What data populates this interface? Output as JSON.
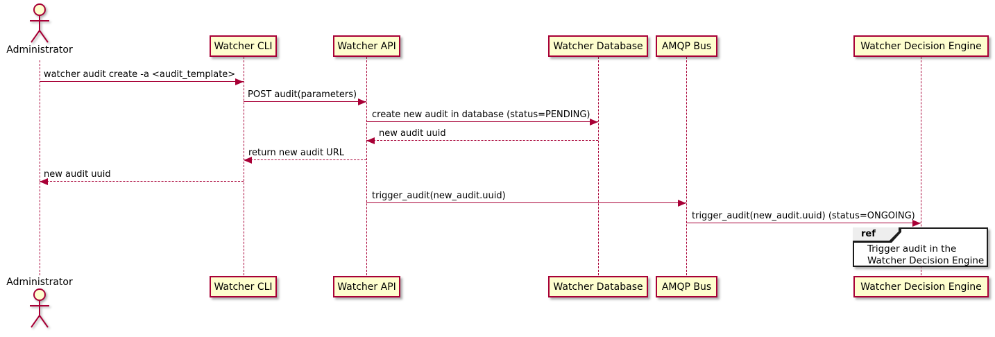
{
  "diagram": {
    "type": "sequence-diagram",
    "colors": {
      "participant_fill": "#FEFECE",
      "participant_border": "#A80036",
      "line": "#A80036",
      "text": "#000000",
      "ref_border": "#1B1B1B",
      "ref_tab_fill": "#EEEEEE",
      "ref_body_fill": "#FFFFFF",
      "background": "#FFFFFF"
    },
    "actor": {
      "label": "Administrator"
    },
    "participants": [
      {
        "label": "Watcher CLI"
      },
      {
        "label": "Watcher API"
      },
      {
        "label": "Watcher Database"
      },
      {
        "label": "AMQP Bus"
      },
      {
        "label": "Watcher Decision Engine"
      }
    ],
    "messages": [
      {
        "from": "Administrator",
        "to": "Watcher CLI",
        "line": "solid",
        "direction": "right",
        "label": "watcher audit create -a <audit_template>"
      },
      {
        "from": "Watcher CLI",
        "to": "Watcher API",
        "line": "solid",
        "direction": "right",
        "label": "POST audit(parameters)"
      },
      {
        "from": "Watcher API",
        "to": "Watcher Database",
        "line": "solid",
        "direction": "right",
        "label": "create new audit in database (status=PENDING)"
      },
      {
        "from": "Watcher Database",
        "to": "Watcher API",
        "line": "dashed",
        "direction": "left",
        "label": "new audit uuid"
      },
      {
        "from": "Watcher API",
        "to": "Watcher CLI",
        "line": "dashed",
        "direction": "left",
        "label": "return new audit URL"
      },
      {
        "from": "Watcher CLI",
        "to": "Administrator",
        "line": "dashed",
        "direction": "left",
        "label": "new audit uuid"
      },
      {
        "from": "Watcher API",
        "to": "AMQP Bus",
        "line": "solid",
        "direction": "right",
        "label": "trigger_audit(new_audit.uuid)"
      },
      {
        "from": "AMQP Bus",
        "to": "Watcher Decision Engine",
        "line": "solid",
        "direction": "right",
        "label": "trigger_audit(new_audit.uuid) (status=ONGOING)"
      }
    ],
    "ref": {
      "keyword": "ref",
      "line1": "Trigger audit in the",
      "line2": "Watcher Decision Engine"
    }
  }
}
